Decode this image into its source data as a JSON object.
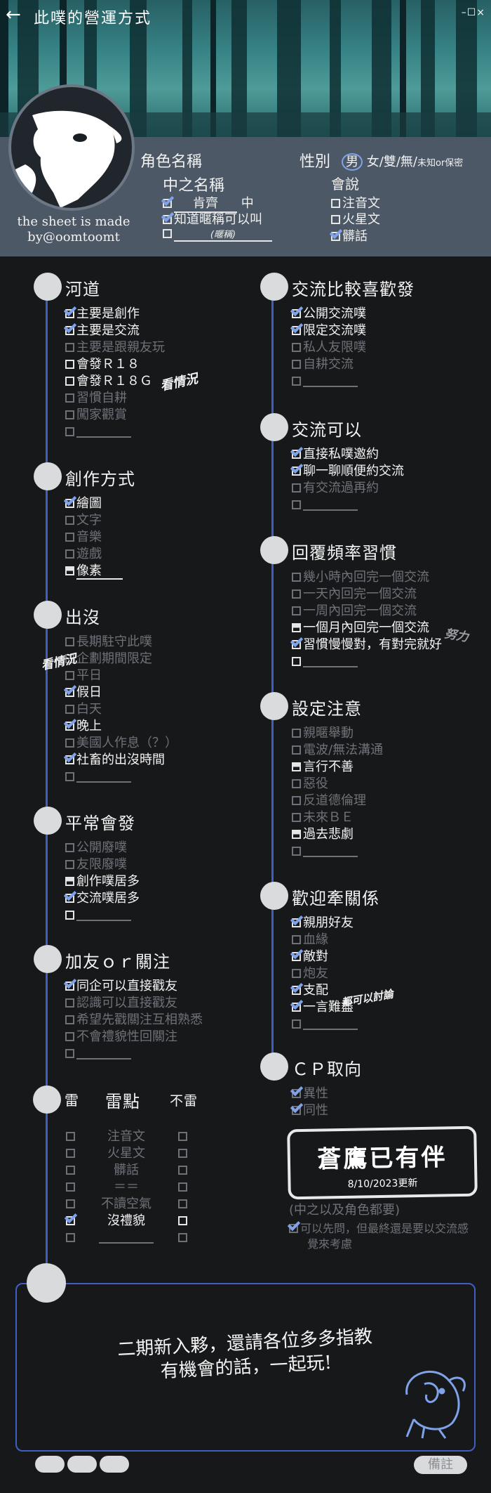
{
  "header": {
    "title": "此噗的營運方式",
    "window_controls": "–☐×"
  },
  "profile": {
    "credit": "the sheet is made by@oomtoomt",
    "char_name_label": "角色名稱",
    "gender_label": "性別",
    "gender_options": [
      "男",
      "女",
      "雙",
      "無",
      "未知or保密"
    ],
    "nickname_label": "中之名稱",
    "nickname_rows": [
      {
        "value": "肯齊",
        "suffix": "中",
        "checked": true
      },
      {
        "value": "知道暱稱可以叫",
        "suffix": "",
        "checked": true
      },
      {
        "value": "(暱稱)",
        "suffix": "",
        "checked": false
      }
    ],
    "speaks_label": "會說",
    "speaks": [
      {
        "label": "注音文",
        "checked": false
      },
      {
        "label": "火星文",
        "checked": false
      },
      {
        "label": "髒話",
        "checked": true
      }
    ]
  },
  "left_sections": [
    {
      "title": "河道",
      "items": [
        {
          "label": "主要是創作",
          "state": "on"
        },
        {
          "label": "主要是交流",
          "state": "on"
        },
        {
          "label": "主要是跟親友玩",
          "state": "off",
          "dim": true
        },
        {
          "label": "會發Ｒ１８",
          "state": "off"
        },
        {
          "label": "會發Ｒ１８Ｇ",
          "state": "off"
        },
        {
          "label": "習慣自耕",
          "state": "off",
          "dim": true
        },
        {
          "label": "闖家觀賞",
          "state": "off",
          "dim": true
        },
        {
          "label": "",
          "state": "off",
          "dim": true,
          "blank": true
        }
      ]
    },
    {
      "title": "創作方式",
      "items": [
        {
          "label": "繪圖",
          "state": "on"
        },
        {
          "label": "文字",
          "state": "off",
          "dim": true
        },
        {
          "label": "音樂",
          "state": "off",
          "dim": true
        },
        {
          "label": "遊戲",
          "state": "off",
          "dim": true
        },
        {
          "label": "像素",
          "state": "half",
          "underline": true
        }
      ]
    },
    {
      "title": "出沒",
      "items": [
        {
          "label": "長期駐守此噗",
          "state": "off",
          "dim": true
        },
        {
          "label": "企劃期間限定",
          "state": "off",
          "dim": true
        },
        {
          "label": "平日",
          "state": "off",
          "dim": true
        },
        {
          "label": "假日",
          "state": "on"
        },
        {
          "label": "白天",
          "state": "off",
          "dim": true
        },
        {
          "label": "晚上",
          "state": "on"
        },
        {
          "label": "美國人作息（？）",
          "state": "off",
          "dim": true
        },
        {
          "label": "社畜的出沒時間",
          "state": "on"
        },
        {
          "label": "",
          "state": "off",
          "dim": true,
          "blank": true
        }
      ]
    },
    {
      "title": "平常會發",
      "items": [
        {
          "label": "公開廢噗",
          "state": "off",
          "dim": true
        },
        {
          "label": "友限廢噗",
          "state": "off",
          "dim": true
        },
        {
          "label": "創作噗居多",
          "state": "half"
        },
        {
          "label": "交流噗居多",
          "state": "on"
        },
        {
          "label": "",
          "state": "off",
          "blank": true
        }
      ]
    },
    {
      "title": "加友ｏｒ關注",
      "items": [
        {
          "label": "同企可以直接戳友",
          "state": "on"
        },
        {
          "label": "認識可以直接戳友",
          "state": "off",
          "dim": true
        },
        {
          "label": "希望先戳關注互相熟悉",
          "state": "off",
          "dim": true
        },
        {
          "label": "不會禮貌性回關注",
          "state": "off",
          "dim": true
        },
        {
          "label": "",
          "state": "off",
          "dim": true,
          "blank": true
        }
      ]
    }
  ],
  "thunder": {
    "title": "雷",
    "middle_header": "雷點",
    "right_header": "不雷",
    "rows": [
      {
        "label": "注音文",
        "left": "off",
        "right": "off",
        "dim": true
      },
      {
        "label": "火星文",
        "left": "off",
        "right": "off",
        "dim": true
      },
      {
        "label": "髒話",
        "left": "off",
        "right": "off",
        "dim": true
      },
      {
        "label": "＝＝",
        "left": "off",
        "right": "off",
        "dim": true
      },
      {
        "label": "不讀空氣",
        "left": "off",
        "right": "off",
        "dim": true
      },
      {
        "label": "沒禮貌",
        "left": "on",
        "right": "off",
        "dim": false
      },
      {
        "label": "",
        "left": "off",
        "right": "off",
        "dim": true,
        "blank": true
      }
    ]
  },
  "right_sections": [
    {
      "title": "交流比較喜歡發",
      "items": [
        {
          "label": "公開交流噗",
          "state": "on"
        },
        {
          "label": "限定交流噗",
          "state": "on"
        },
        {
          "label": "私人友限噗",
          "state": "off",
          "dim": true
        },
        {
          "label": "自耕交流",
          "state": "off",
          "dim": true
        },
        {
          "label": "",
          "state": "off",
          "dim": true,
          "blank": true
        }
      ]
    },
    {
      "title": "交流可以",
      "items": [
        {
          "label": "直接私噗邀約",
          "state": "on"
        },
        {
          "label": "聊一聊順便約交流",
          "state": "on"
        },
        {
          "label": "有交流過再約",
          "state": "off",
          "dim": true
        },
        {
          "label": "",
          "state": "off",
          "dim": true,
          "blank": true
        }
      ]
    },
    {
      "title": "回覆頻率習慣",
      "items": [
        {
          "label": "幾小時內回完一個交流",
          "state": "off",
          "dim": true
        },
        {
          "label": "一天內回完一個交流",
          "state": "off",
          "dim": true
        },
        {
          "label": "一周內回完一個交流",
          "state": "off",
          "dim": true
        },
        {
          "label": "一個月內回完一個交流",
          "state": "half"
        },
        {
          "label": "習慣慢慢對，有對完就好",
          "state": "on"
        },
        {
          "label": "",
          "state": "off",
          "blank": true
        }
      ]
    },
    {
      "title": "設定注意",
      "items": [
        {
          "label": "親暱舉動",
          "state": "off",
          "dim": true
        },
        {
          "label": "電波/無法溝通",
          "state": "off",
          "dim": true
        },
        {
          "label": "言行不善",
          "state": "half"
        },
        {
          "label": "惡役",
          "state": "off",
          "dim": true
        },
        {
          "label": "反道德倫理",
          "state": "off",
          "dim": true
        },
        {
          "label": "未來ＢＥ",
          "state": "off",
          "dim": true
        },
        {
          "label": "過去悲劇",
          "state": "half"
        },
        {
          "label": "",
          "state": "off",
          "dim": true,
          "blank": true
        }
      ]
    },
    {
      "title": "歡迎牽關係",
      "items": [
        {
          "label": "親朋好友",
          "state": "on"
        },
        {
          "label": "血緣",
          "state": "off",
          "dim": true
        },
        {
          "label": "敵對",
          "state": "on"
        },
        {
          "label": "炮友",
          "state": "off",
          "dim": true
        },
        {
          "label": "支配",
          "state": "on"
        },
        {
          "label": "一言難盡",
          "state": "on"
        },
        {
          "label": "",
          "state": "off",
          "dim": true,
          "blank": true
        }
      ]
    },
    {
      "title": "ＣＰ取向",
      "items": [
        {
          "label": "異性",
          "state": "on",
          "dim": true
        },
        {
          "label": "同性",
          "state": "on",
          "dim": true
        }
      ]
    }
  ],
  "cp_notes": [
    "(中之以及角色都要)",
    "可以先問，但最終還是要以交流感",
    "覺來考慮"
  ],
  "handwritten": {
    "see_situation_1": "看情況",
    "see_situation_2": "看情況",
    "effort": "努力",
    "can_discuss": "都可以討論"
  },
  "stamp": {
    "title": "蒼鷹已有伴",
    "date": "8/10/2023更新"
  },
  "notes": {
    "line1": "二期新入夥，還請各位多多指教",
    "line2": "有機會的話，一起玩!"
  },
  "footer": {
    "remark_button": "備註"
  }
}
